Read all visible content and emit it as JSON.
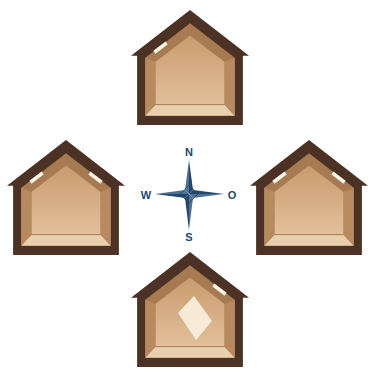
{
  "diagram": {
    "labels": [
      "N",
      "W",
      "O",
      "S"
    ]
  }
}
